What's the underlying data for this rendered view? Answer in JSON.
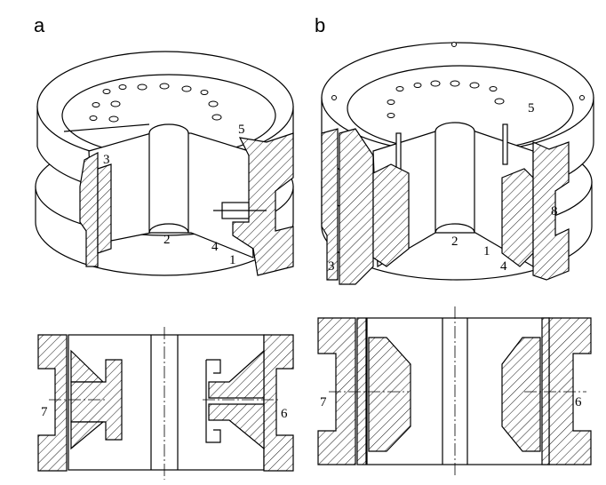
{
  "figure": {
    "panels": [
      {
        "label": "a",
        "callouts": [
          "3",
          "5",
          "2",
          "4",
          "1"
        ],
        "section_callouts": [
          "7",
          "6"
        ]
      },
      {
        "label": "b",
        "callouts": [
          "5",
          "2",
          "1",
          "8",
          "3",
          "4"
        ],
        "section_callouts": [
          "7",
          "6"
        ]
      }
    ]
  },
  "colors": {
    "line": "#000000",
    "background": "#ffffff"
  }
}
